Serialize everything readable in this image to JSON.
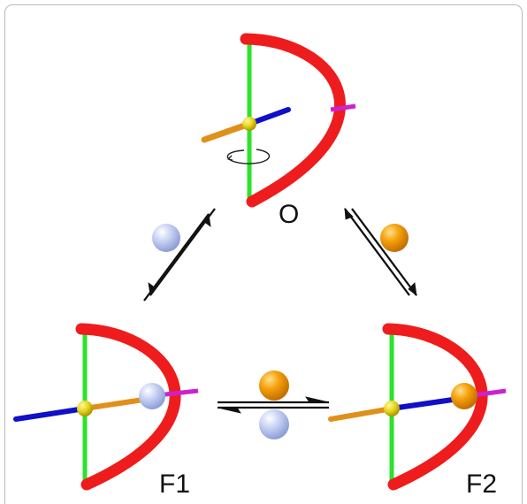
{
  "states": {
    "o": {
      "label": "O"
    },
    "f1": {
      "label": "F1"
    },
    "f2": {
      "label": "F2"
    }
  },
  "colors": {
    "arc": "#ee1c1c",
    "vertical_axis": "#2be32b",
    "blue_rod": "#1010c8",
    "orange_rod": "#e0901a",
    "magenta_tip": "#cc22cc",
    "pivot": "#e8d820",
    "ligand_pale": "#b9c6ee",
    "ligand_orange": "#f29a06",
    "arrow": "#111111"
  },
  "icons": [
    "rotation-arrow-icon",
    "equilibrium-arrow-icon",
    "ligand-sphere-icon"
  ]
}
